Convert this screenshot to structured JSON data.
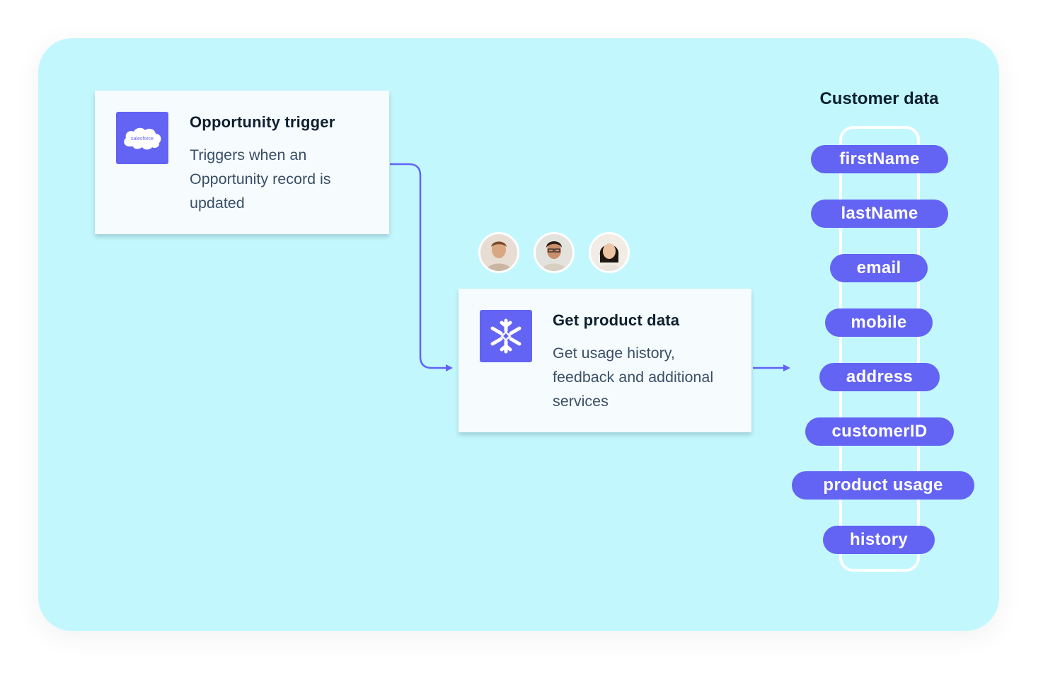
{
  "trigger_card": {
    "title": "Opportunity trigger",
    "description": "Triggers when an Opportunity record is updated",
    "icon": "salesforce-logo",
    "icon_text": "salesforce"
  },
  "product_card": {
    "title": "Get product data",
    "description": "Get usage history, feedback and additional services",
    "icon": "snowflake-logo"
  },
  "avatars": [
    "person-avatar",
    "person-avatar",
    "person-avatar"
  ],
  "customer_data": {
    "title": "Customer data",
    "fields": [
      "firstName",
      "lastName",
      "email",
      "mobile",
      "address",
      "customerID",
      "product usage",
      "history"
    ]
  },
  "colors": {
    "background": "#c2f8fd",
    "accent": "#6363f4",
    "card": "#f6fbfe",
    "text_dark": "#0d1f2e",
    "text_muted": "#3a4f66"
  }
}
